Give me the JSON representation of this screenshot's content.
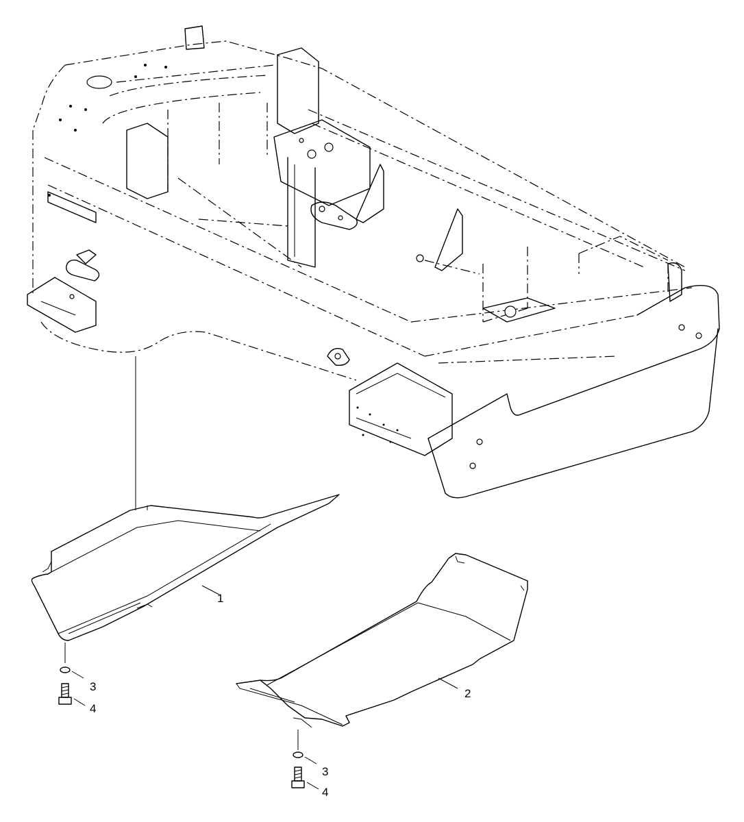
{
  "diagram": {
    "callouts": [
      {
        "id": "c1",
        "label": "1"
      },
      {
        "id": "c2",
        "label": "2"
      },
      {
        "id": "c3a",
        "label": "3"
      },
      {
        "id": "c4a",
        "label": "4"
      },
      {
        "id": "c3b",
        "label": "3"
      },
      {
        "id": "c4b",
        "label": "4"
      }
    ],
    "parts": [
      {
        "name": "frame",
        "role": "reference-frame-dashed"
      },
      {
        "name": "guard-plate-1",
        "callout": "1"
      },
      {
        "name": "guard-plate-2",
        "callout": "2"
      },
      {
        "name": "washer",
        "callout": "3"
      },
      {
        "name": "bolt",
        "callout": "4"
      }
    ]
  }
}
